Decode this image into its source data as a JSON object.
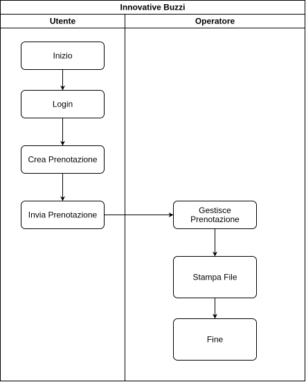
{
  "pool": {
    "title": "Innovative Buzzi",
    "lanes": [
      {
        "id": "utente",
        "label": "Utente"
      },
      {
        "id": "operatore",
        "label": "Operatore"
      }
    ]
  },
  "nodes": [
    {
      "id": "inizio",
      "lane": "utente",
      "lines": [
        "Inizio"
      ]
    },
    {
      "id": "login",
      "lane": "utente",
      "lines": [
        "Login"
      ]
    },
    {
      "id": "crea",
      "lane": "utente",
      "lines": [
        "Crea Prenotazione"
      ]
    },
    {
      "id": "invia",
      "lane": "utente",
      "lines": [
        "Invia Prenotazione"
      ]
    },
    {
      "id": "gestisce",
      "lane": "operatore",
      "lines": [
        "Gestisce",
        "Prenotazione"
      ]
    },
    {
      "id": "stampa",
      "lane": "operatore",
      "lines": [
        "Stampa File"
      ]
    },
    {
      "id": "fine",
      "lane": "operatore",
      "lines": [
        "Fine"
      ]
    }
  ],
  "edges": [
    {
      "from": "inizio",
      "to": "login"
    },
    {
      "from": "login",
      "to": "crea"
    },
    {
      "from": "crea",
      "to": "invia"
    },
    {
      "from": "invia",
      "to": "gestisce"
    },
    {
      "from": "gestisce",
      "to": "stampa"
    },
    {
      "from": "stampa",
      "to": "fine"
    }
  ]
}
